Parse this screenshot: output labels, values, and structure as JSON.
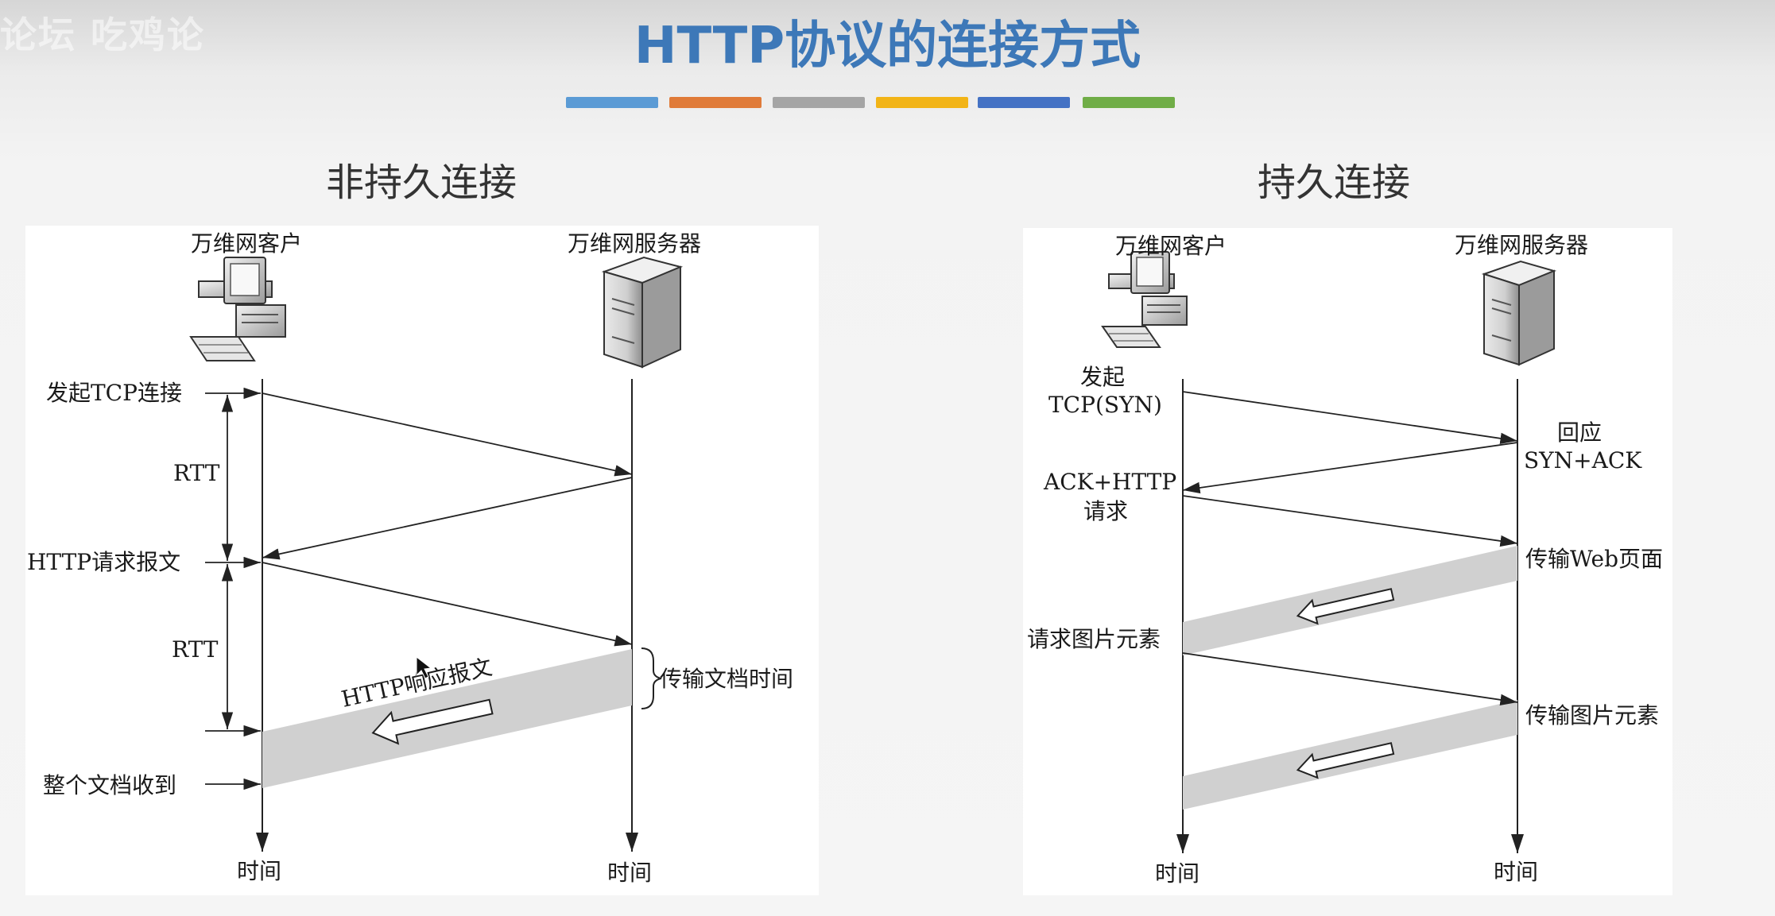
{
  "watermark": "论坛  吃鸡论",
  "title": "HTTP协议的连接方式",
  "color_bars": [
    "#5b9bd5",
    "#e07b39",
    "#a5a5a5",
    "#f2b417",
    "#4472c4",
    "#70ad47"
  ],
  "non_persistent": {
    "heading": "非持久连接",
    "client": "万维网客户",
    "server": "万维网服务器",
    "initiate_tcp": "发起TCP连接",
    "rtt1": "RTT",
    "http_request": "HTTP请求报文",
    "rtt2": "RTT",
    "http_response": "HTTP响应报文",
    "transfer_time": "传输文档时间",
    "doc_received": "整个文档收到",
    "time_client": "时间",
    "time_server": "时间"
  },
  "persistent": {
    "heading": "持久连接",
    "client": "万维网客户",
    "server": "万维网服务器",
    "syn_line1": "发起",
    "syn_line2": "TCP(SYN)",
    "synack_line1": "回应",
    "synack_line2": "SYN+ACK",
    "ack_line1": "ACK+HTTP",
    "ack_line2": "请求",
    "web_page": "传输Web页面",
    "request_image": "请求图片元素",
    "transfer_image": "传输图片元素",
    "time_client": "时间",
    "time_server": "时间"
  }
}
